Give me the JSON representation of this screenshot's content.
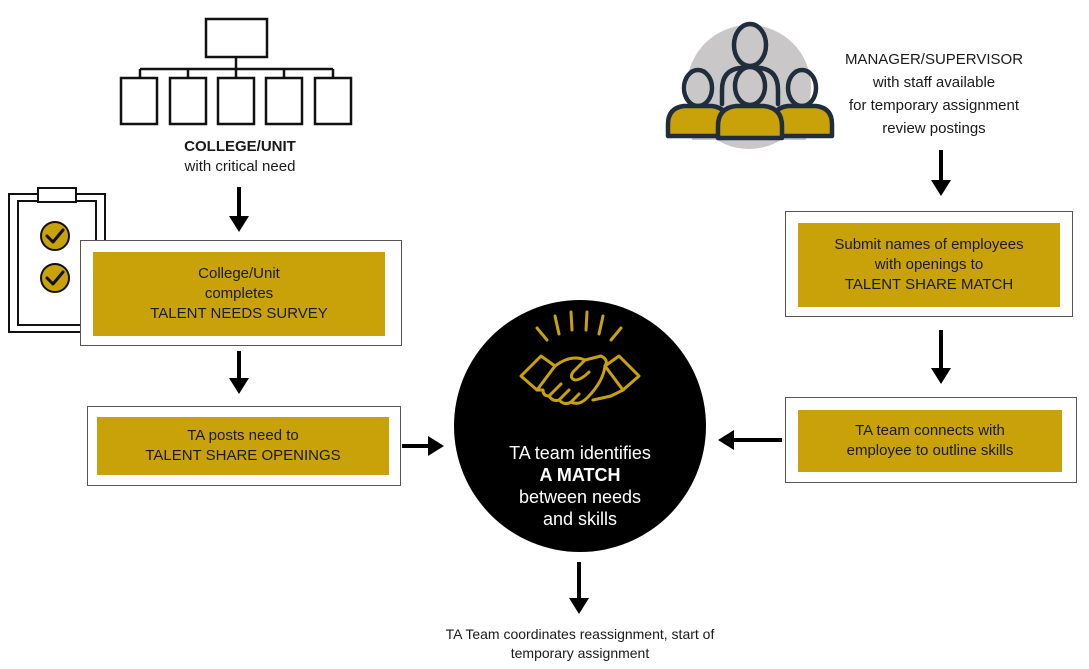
{
  "college": {
    "title": "COLLEGE/UNIT",
    "subtitle": "with critical need"
  },
  "manager": {
    "lines": [
      "MANAGER/SUPERVISOR",
      "with staff available",
      "for temporary assignment",
      "review postings"
    ]
  },
  "survey_box": {
    "lines": [
      "College/Unit",
      "completes",
      "TALENT NEEDS SURVEY"
    ]
  },
  "openings_box": {
    "lines": [
      "TA posts need to",
      "TALENT SHARE OPENINGS"
    ]
  },
  "submit_box": {
    "lines": [
      "Submit names of employees",
      "with openings to",
      "TALENT SHARE MATCH"
    ]
  },
  "connect_box": {
    "lines": [
      "TA team connects with",
      "employee to outline skills"
    ]
  },
  "center": {
    "line1": "TA team identifies",
    "line2": "A MATCH",
    "line3": "between needs",
    "line4": "and skills"
  },
  "bottom": {
    "line1": "TA Team coordinates reassignment, start of",
    "line2": "temporary assignment"
  },
  "colors": {
    "gold": "#c9a209",
    "navy": "#1f2d3d",
    "gray_circle": "#c9c7c8",
    "black": "#000000"
  },
  "icons": [
    "org-chart-icon",
    "clipboard-checklist-icon",
    "team-people-icon",
    "handshake-icon"
  ]
}
